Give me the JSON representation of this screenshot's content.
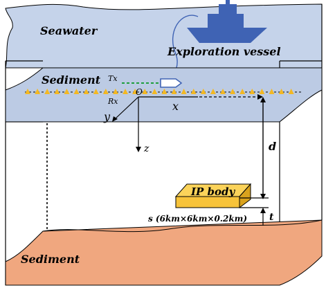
{
  "labels": {
    "seawater": "Seawater",
    "vessel": "Exploration vessel",
    "sediment_top": "Sediment",
    "sediment_bottom": "Sediment",
    "tx": "Tx",
    "rx": "Rx",
    "origin": "O",
    "axis_x": "x",
    "axis_y": "y",
    "axis_z": "z",
    "depth": "d",
    "ip_body": "IP body",
    "size_text": "s (6km×6km×0.2km)",
    "thickness": "t"
  },
  "colors": {
    "seawater_fill": "#c5d3ea",
    "sediment_fill": "#bccbe4",
    "bottom_sediment_fill": "#f0a77f",
    "receiver": "#f3b823",
    "tx_line": "#1e9e3c",
    "ship": "#3f63b4",
    "ip_body": "#f7c33a",
    "outline": "#000000"
  },
  "icons": {
    "vessel": "ship-icon",
    "receivers": "triangle-receiver-icon",
    "source": "towed-source-icon"
  }
}
